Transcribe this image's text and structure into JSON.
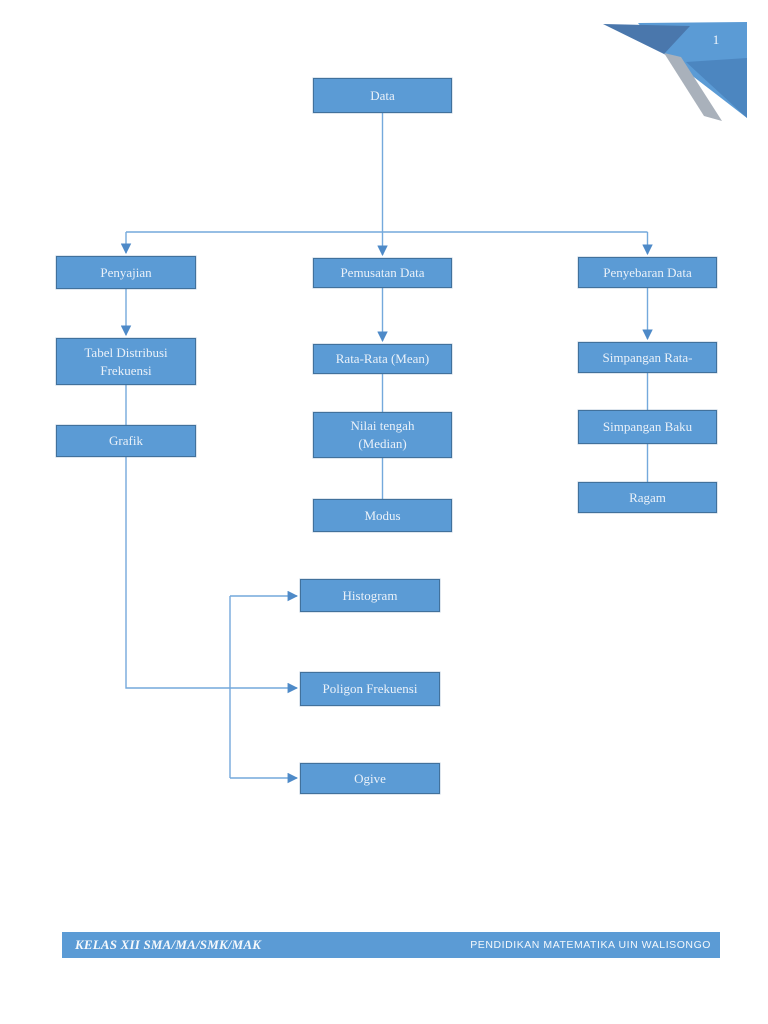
{
  "page": {
    "number": "1"
  },
  "diagram": {
    "title_implicit": "Peta konsep statistika",
    "nodes": {
      "data": "Data",
      "penyajian": "Penyajian",
      "pemusatan": "Pemusatan Data",
      "penyebaran": "Penyebaran Data",
      "tabel": "Tabel Distribusi\nFrekuensi",
      "grafik": "Grafik",
      "rata": "Rata-Rata (Mean)",
      "nilai": "Nilai tengah\n(Median)",
      "modus": "Modus",
      "simpangan_rata": "Simpangan Rata-",
      "simpangan_baku": "Simpangan Baku",
      "ragam": "Ragam",
      "histogram": "Histogram",
      "poligon": "Poligon Frekuensi",
      "ogive": "Ogive"
    },
    "edges": [
      [
        "Data",
        "Penyajian"
      ],
      [
        "Data",
        "Pemusatan Data"
      ],
      [
        "Data",
        "Penyebaran Data"
      ],
      [
        "Penyajian",
        "Tabel Distribusi Frekuensi"
      ],
      [
        "Tabel Distribusi Frekuensi",
        "Grafik"
      ],
      [
        "Pemusatan Data",
        "Rata-Rata (Mean)"
      ],
      [
        "Rata-Rata (Mean)",
        "Nilai tengah (Median)"
      ],
      [
        "Nilai tengah (Median)",
        "Modus"
      ],
      [
        "Penyebaran Data",
        "Simpangan Rata-"
      ],
      [
        "Simpangan Rata-",
        "Simpangan Baku"
      ],
      [
        "Simpangan Baku",
        "Ragam"
      ],
      [
        "Grafik",
        "Histogram"
      ],
      [
        "Grafik",
        "Poligon Frekuensi"
      ],
      [
        "Grafik",
        "Ogive"
      ]
    ]
  },
  "footer": {
    "left": "KELAS XII SMA/MA/SMK/MAK",
    "right": "PENDIDIKAN MATEMATIKA UIN WALISONGO"
  },
  "colors": {
    "box_fill": "#5b9bd5",
    "box_border": "#41719c",
    "box_text": "#eaf1f9",
    "connector": "#74a9dc",
    "arrowhead": "#4e8ac8",
    "footer_bg": "#5b9bd5",
    "decoration_dark": "#4a77ac",
    "decoration_bright": "#5b9bd5",
    "decoration_mid": "#4c86c0",
    "decoration_gray": "#a9b1bb"
  }
}
